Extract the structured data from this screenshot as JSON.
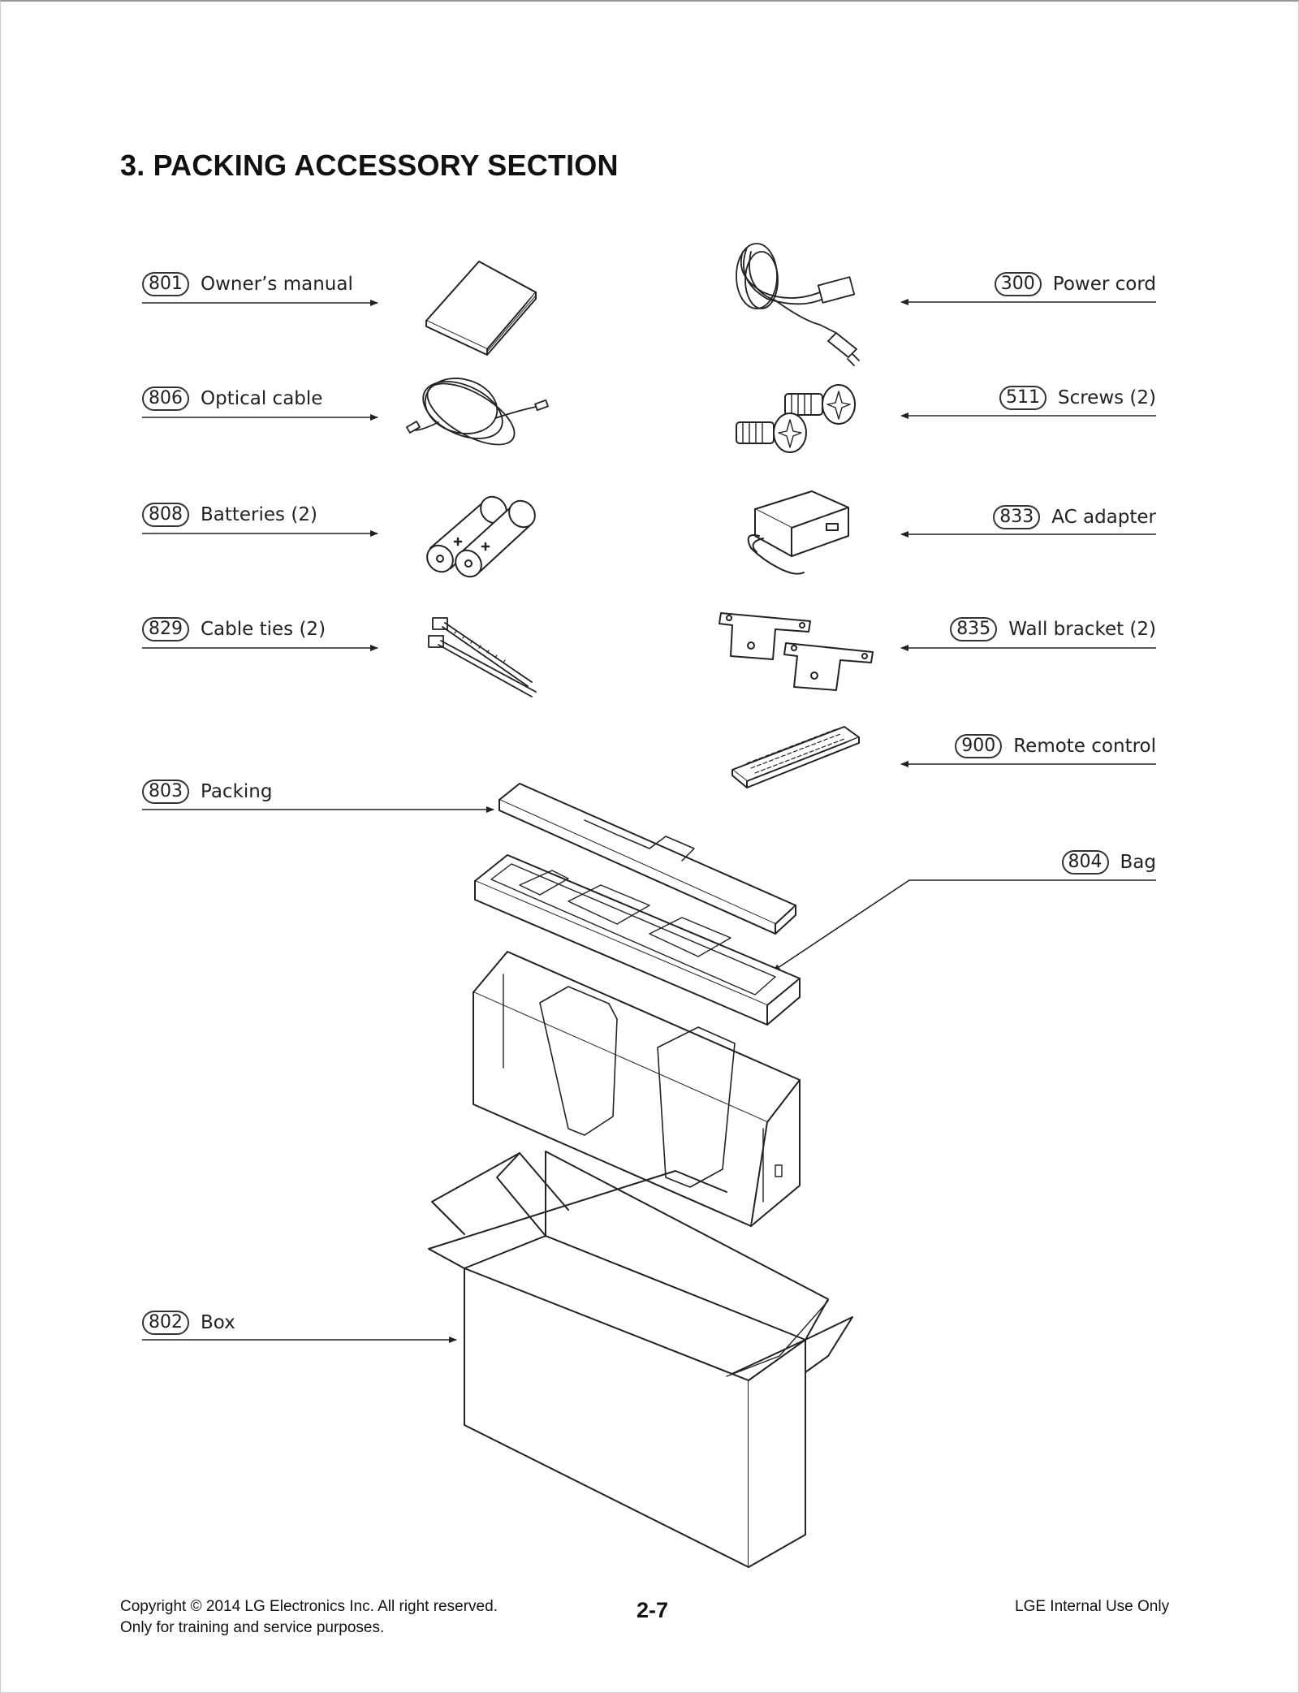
{
  "page": {
    "title": "3. PACKING ACCESSORY SECTION",
    "page_number": "2-7"
  },
  "parts": {
    "p801": {
      "num": "801",
      "label": "Owner’s manual"
    },
    "p806": {
      "num": "806",
      "label": "Optical cable"
    },
    "p808": {
      "num": "808",
      "label": "Batteries (2)"
    },
    "p829": {
      "num": "829",
      "label": "Cable ties (2)"
    },
    "p803": {
      "num": "803",
      "label": "Packing"
    },
    "p802": {
      "num": "802",
      "label": "Box"
    },
    "p300": {
      "num": "300",
      "label": "Power cord"
    },
    "p511": {
      "num": "511",
      "label": "Screws (2)"
    },
    "p833": {
      "num": "833",
      "label": "AC adapter"
    },
    "p835": {
      "num": "835",
      "label": "Wall bracket (2)"
    },
    "p900": {
      "num": "900",
      "label": "Remote control"
    },
    "p804": {
      "num": "804",
      "label": "Bag"
    }
  },
  "footer": {
    "copyright": "Copyright © 2014 LG Electronics Inc. All right reserved.",
    "purpose": "Only for training and service purposes.",
    "internal": "LGE Internal Use Only"
  }
}
